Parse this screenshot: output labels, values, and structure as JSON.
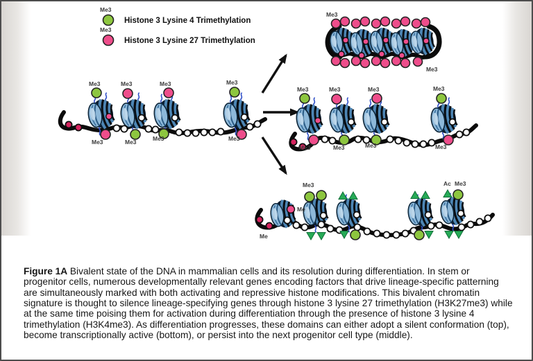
{
  "legend": {
    "me3_label": "Me3",
    "h3k4_text": "Histone 3 Lysine 4 Trimethylation",
    "h3k27_text": "Histone 3 Lysine 27 Trimethylation"
  },
  "labels": {
    "me3": "Me3",
    "me": "Me",
    "ac": "Ac"
  },
  "colors": {
    "h3k4_green": "#8dc63f",
    "h3k27_pink": "#ee4d8b",
    "acetyl_triangle_green": "#27ab57",
    "nucleosome_blue": "#4d86b5",
    "dna_black": "#0b0b0b",
    "start_bead_red": "#d6245f"
  },
  "caption": {
    "label": "Figure 1A",
    "body": " Bivalent state of the DNA in mammalian cells and its resolution during differentiation. In stem or progenitor cells, numerous developmentally relevant genes encoding factors that drive lineage-specific patterning are simultaneously marked with both activating and repressive histone modifications. This bivalent chromatin signature is thought to silence lineage-specifying genes through histone 3 lysine 27 trimethylation (H3K27me3) while at the same time poising them for activation during differentiation through the presence of histone 3 lysine 4 trimethylation (H3K4me3). As differentiation progresses, these domains can either adopt a silent conformation (top), become transcriptionally active (bottom), or persist into the next progenitor cell type (middle)."
  }
}
